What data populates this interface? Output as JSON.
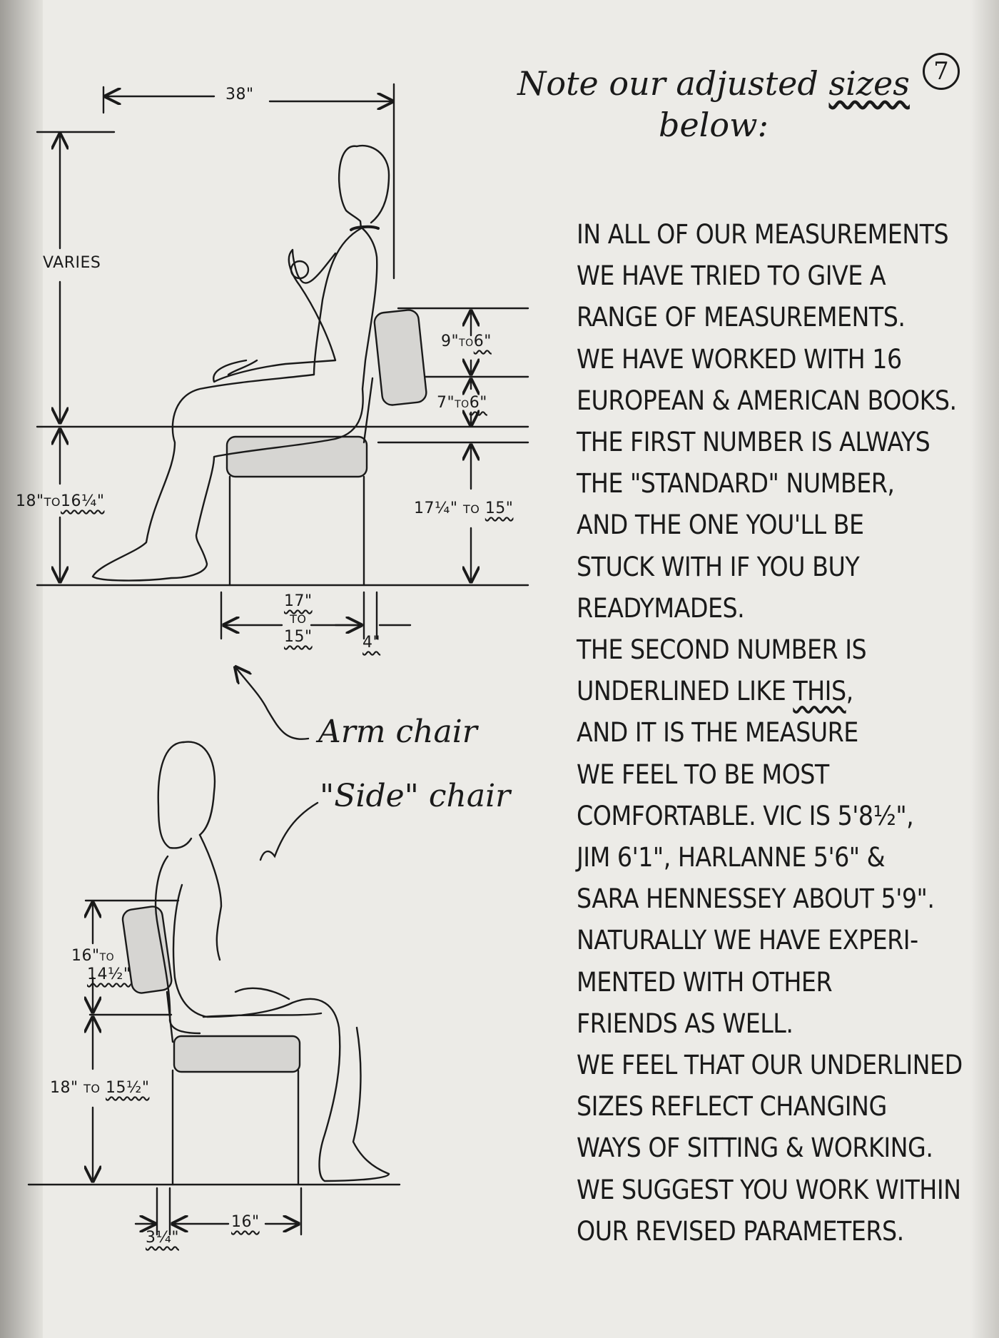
{
  "page_number": "7",
  "heading": {
    "line1": "Note our adjusted sizes",
    "line2": "below:"
  },
  "body_lines": [
    "IN ALL of OUR MEASUREMENTS",
    "WE HAVE TRIED TO GIVE A",
    "RANGE of MEASUREMENTS.",
    "WE HAVE WORKED WITH 16",
    "EUROPEAN & AMERICAN BOOKS.",
    "THE FIRST NUMBER IS ALWAYS",
    "THE \"STANDARD\" NUMBER,",
    "AND THE ONE YOU'LL BE",
    "STUCK WITH IF YOU BUY",
    "READYMADES.",
    "THE SECOND NUMBER IS",
    "UNDERLINED LIKE THIS,",
    "AND IT IS THE MEASURE",
    "WE FEEL TO BE MOST",
    "COMFORTABLE. VIC IS 5'8½\",",
    "JIM 6'1\", HARLANNE 5'6\" &",
    "SARA HENNESSEY ABOUT 5'9\".",
    "NATURALLY WE HAVE EXPERI-",
    "MENTED WITH OTHER",
    "FRIENDS AS WELL.",
    "WE FEEL THAT OUR UNDERLINED",
    "SIZES REFLECT CHANGING",
    "WAYS of SITTING & WORKING.",
    "WE SUGGEST YOU WORK WITHIN",
    "OUR REVISED PARAMETERS."
  ],
  "arm_chair": {
    "width": "38\"",
    "varies": "VARIES",
    "seat_height_left": {
      "standard": "18\"",
      "to": "TO",
      "adjusted": "16¼\""
    },
    "back_upper": {
      "standard": "9\"",
      "to": "TO",
      "adjusted": "6\""
    },
    "back_lower": {
      "standard": "7\"",
      "to": "TO",
      "adjusted": "6\""
    },
    "seat_height_right": {
      "standard": "17¼\"",
      "to": "TO",
      "adjusted": "15\""
    },
    "seat_depth": {
      "standard": "17\"",
      "to": "TO",
      "adjusted": "15\""
    },
    "back_offset": "4\""
  },
  "side_chair": {
    "back_height": {
      "standard": "16\"",
      "to": "TO",
      "adjusted": "14½\""
    },
    "seat_height": {
      "standard": "18\"",
      "to": "TO",
      "adjusted": "15½\""
    },
    "back_offset": "3¼\"",
    "seat_depth": "16\""
  },
  "callouts": {
    "arm_chair": "Arm chair",
    "side_chair": "\"Side\" chair"
  }
}
